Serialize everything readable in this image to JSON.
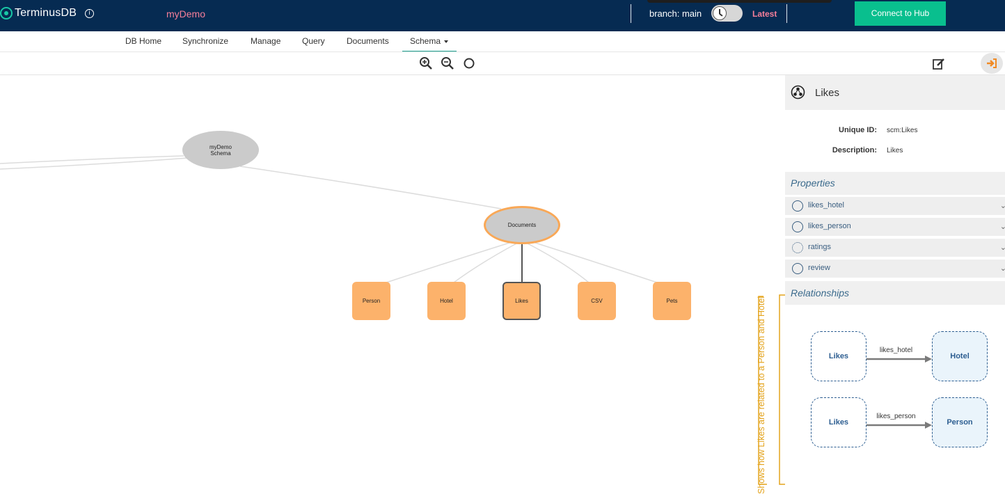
{
  "header": {
    "logo_text": "TerminusDB",
    "db_name": "myDemo",
    "branch_label": "branch: main",
    "latest_label": "Latest",
    "hub_button": "Connect to Hub"
  },
  "nav": {
    "items": [
      "DB Home",
      "Synchronize",
      "Manage",
      "Query",
      "Documents"
    ],
    "schema_tab": "Schema"
  },
  "graph": {
    "root_line1": "myDemo",
    "root_line2": "Schema",
    "documents": "Documents",
    "leaves": [
      "Person",
      "Hotel",
      "Likes",
      "CSV",
      "Pets"
    ]
  },
  "panel": {
    "title": "Likes",
    "unique_id_label": "Unique ID:",
    "unique_id_value": "scm:Likes",
    "description_label": "Description:",
    "description_value": "Likes",
    "properties_title": "Properties",
    "properties": [
      "likes_hotel",
      "likes_person",
      "ratings",
      "review"
    ],
    "relationships_title": "Relationships",
    "relationships": [
      {
        "from": "Likes",
        "label": "likes_hotel",
        "to": "Hotel"
      },
      {
        "from": "Likes",
        "label": "likes_person",
        "to": "Person"
      }
    ]
  },
  "annotation": "Shows how Likes are related to a Person and Hotel",
  "colors": {
    "header_bg": "#062b52",
    "accent_pink": "#f87f9a",
    "hub_green": "#09bf8e",
    "node_orange": "#fcb26b",
    "annotation_gold": "#e4a31b"
  }
}
